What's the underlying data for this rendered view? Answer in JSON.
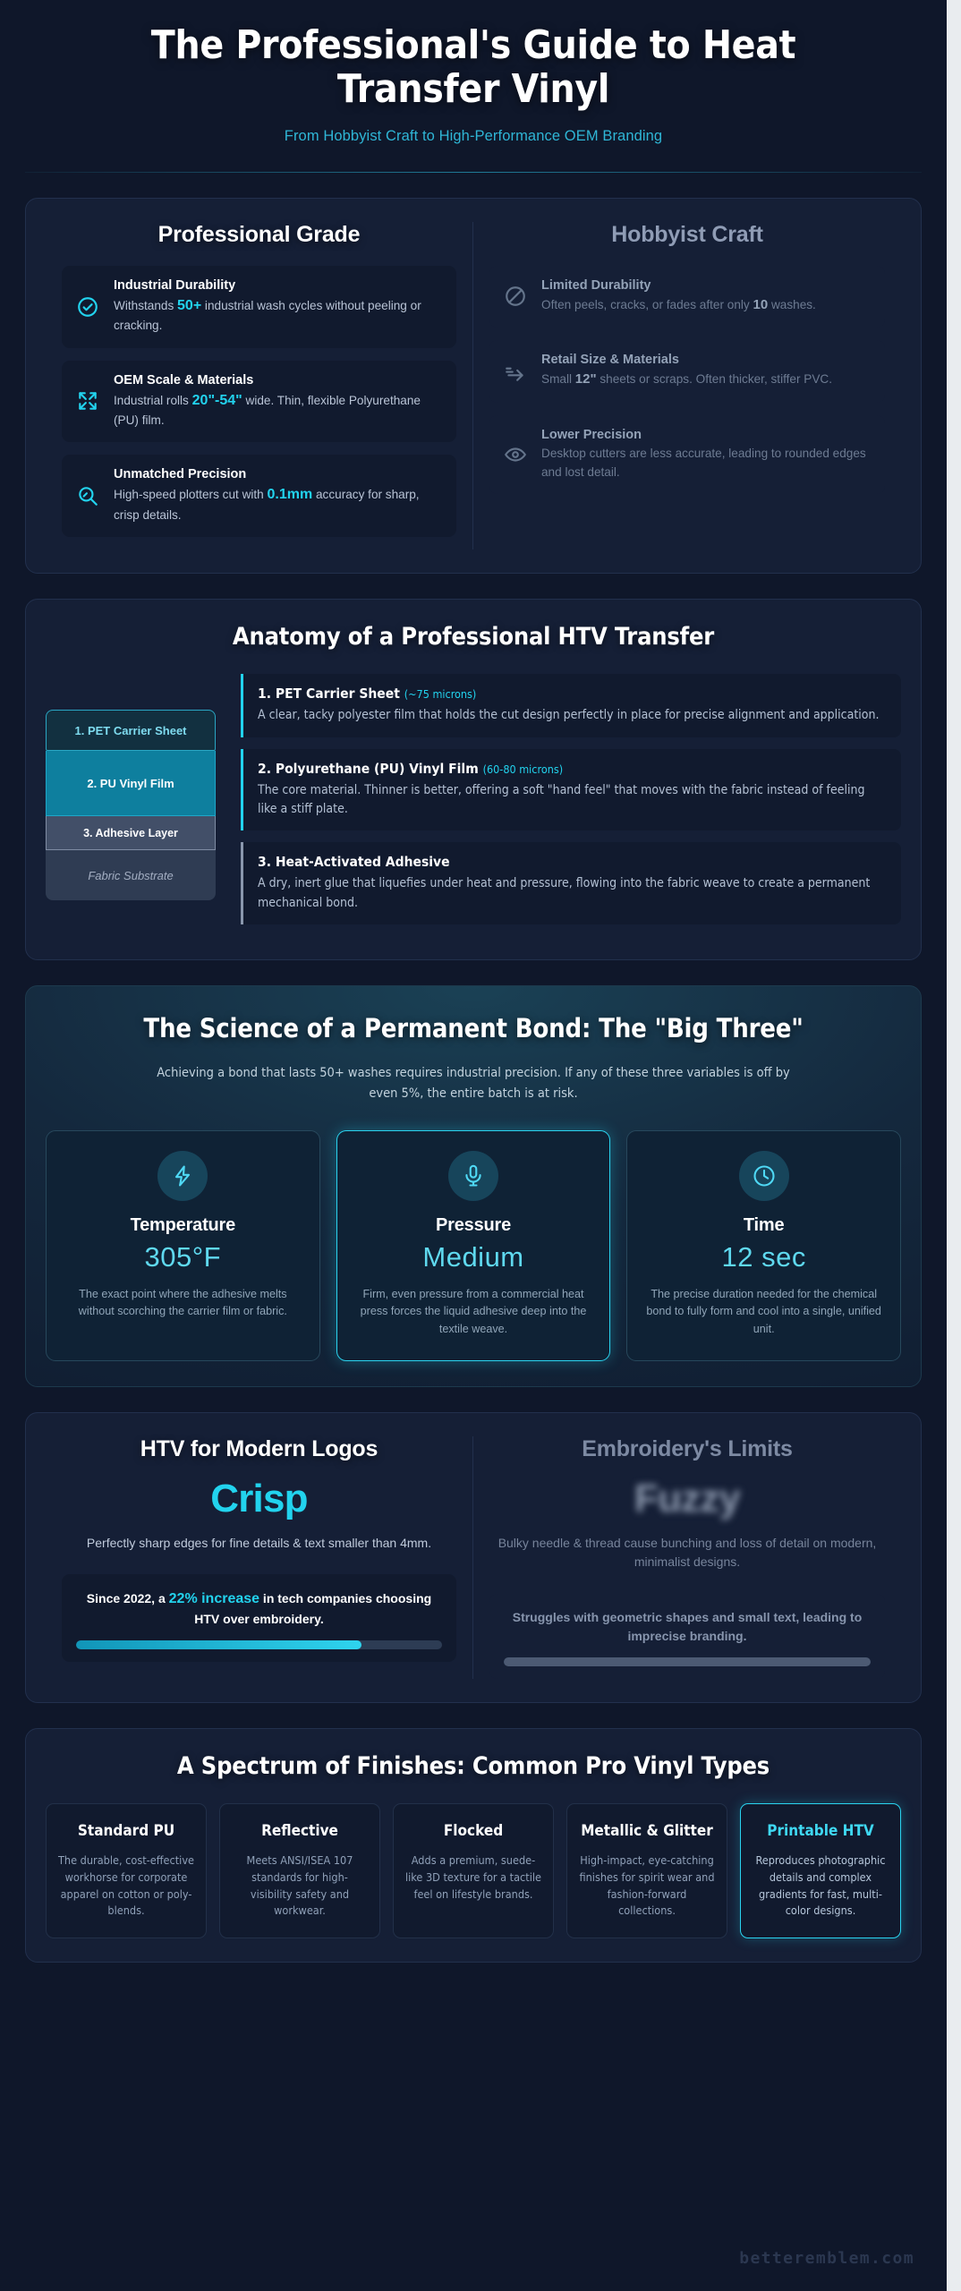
{
  "header": {
    "title": "The Professional's Guide to Heat Transfer Vinyl",
    "subtitle": "From Hobbyist Craft to High-Performance OEM Branding"
  },
  "comparison": {
    "pro_title": "Professional Grade",
    "hobby_title": "Hobbyist Craft",
    "pro_features": [
      {
        "icon": "check-circle-icon",
        "head": "Industrial Durability",
        "desc_a": "Withstands ",
        "highlight": "50+",
        "desc_b": " industrial wash cycles without peeling or cracking."
      },
      {
        "icon": "expand-arrows-icon",
        "head": "OEM Scale & Materials",
        "desc_a": "Industrial rolls ",
        "highlight": "20\"-54\"",
        "desc_b": " wide. Thin, flexible Polyurethane (PU) film."
      },
      {
        "icon": "magnifier-icon",
        "head": "Unmatched Precision",
        "desc_a": "High-speed plotters cut with ",
        "highlight": "0.1mm",
        "desc_b": " accuracy for sharp, crisp details."
      }
    ],
    "hobby_features": [
      {
        "icon": "prohibited-icon",
        "head": "Limited Durability",
        "desc_a": "Often peels, cracks, or fades after only ",
        "highlight": "10",
        "desc_b": " washes."
      },
      {
        "icon": "arrow-right-icon",
        "head": "Retail Size & Materials",
        "desc_a": "Small ",
        "highlight": "12\"",
        "desc_b": " sheets or scraps. Often thicker, stiffer PVC."
      },
      {
        "icon": "eye-icon",
        "head": "Lower Precision",
        "desc_a": "Desktop cutters are less accurate, leading to rounded edges and lost detail.",
        "highlight": "",
        "desc_b": ""
      }
    ]
  },
  "anatomy": {
    "title": "Anatomy of a Professional HTV Transfer",
    "layers": [
      {
        "label": "1. PET Carrier Sheet"
      },
      {
        "label": "2. PU Vinyl Film"
      },
      {
        "label": "3. Adhesive Layer"
      },
      {
        "label": "Fabric Substrate"
      }
    ],
    "notes": [
      {
        "head": "1. PET Carrier Sheet",
        "microns": "(~75 microns)",
        "desc": "A clear, tacky polyester film that holds the cut design perfectly in place for precise alignment and application."
      },
      {
        "head": "2. Polyurethane (PU) Vinyl Film",
        "microns": "(60-80 microns)",
        "desc": "The core material. Thinner is better, offering a soft \"hand feel\" that moves with the fabric instead of feeling like a stiff plate."
      },
      {
        "head": "3. Heat-Activated Adhesive",
        "microns": "",
        "desc": "A dry, inert glue that liquefies under heat and pressure, flowing into the fabric weave to create a permanent mechanical bond."
      }
    ]
  },
  "bigthree": {
    "title": "The Science of a Permanent Bond: The \"Big Three\"",
    "lead": "Achieving a bond that lasts 50+ washes requires industrial precision. If any of these three variables is off by even 5%, the entire batch is at risk.",
    "cards": [
      {
        "icon": "lightning-bolt-icon",
        "label": "Temperature",
        "value": "305°F",
        "desc": "The exact point where the adhesive melts without scorching the carrier film or fabric."
      },
      {
        "icon": "microphone-icon",
        "label": "Pressure",
        "value": "Medium",
        "desc": "Firm, even pressure from a commercial heat press forces the liquid adhesive deep into the textile weave."
      },
      {
        "icon": "clock-icon",
        "label": "Time",
        "value": "12 sec",
        "desc": "The precise duration needed for the chemical bond to fully form and cool into a single, unified unit."
      }
    ]
  },
  "versus": {
    "pro": {
      "title": "HTV for Modern Logos",
      "word": "Crisp",
      "desc": "Perfectly sharp edges for fine details & text smaller than 4mm.",
      "stat_a": "Since 2022, a ",
      "stat_pct": "22% increase",
      "stat_b": " in tech companies choosing HTV over embroidery.",
      "bar_fill_percent": 78
    },
    "hobby": {
      "title": "Embroidery's Limits",
      "word": "Fuzzy",
      "desc": "Bulky needle & thread cause bunching and loss of detail on modern, minimalist designs.",
      "stat": "Struggles with geometric shapes and small text, leading to imprecise branding.",
      "bar_fill_percent": 100
    }
  },
  "finishes": {
    "title": "A Spectrum of Finishes: Common Pro Vinyl Types",
    "types": [
      {
        "name": "Standard PU",
        "desc": "The durable, cost-effective workhorse for corporate apparel on cotton or poly-blends."
      },
      {
        "name": "Reflective",
        "desc": "Meets ANSI/ISEA 107 standards for high-visibility safety and workwear."
      },
      {
        "name": "Flocked",
        "desc": "Adds a premium, suede-like 3D texture for a tactile feel on lifestyle brands."
      },
      {
        "name": "Metallic & Glitter",
        "desc": "High-impact, eye-catching finishes for spirit wear and fashion-forward collections."
      },
      {
        "name": "Printable HTV",
        "desc": "Reproduces photographic details and complex gradients for fast, multi-color designs."
      }
    ]
  },
  "watermark": "betteremblem.com",
  "colors": {
    "background": "#0f172a",
    "accent": "#22d3ee",
    "card": "#151f36",
    "muted": "#8f9cb5"
  }
}
